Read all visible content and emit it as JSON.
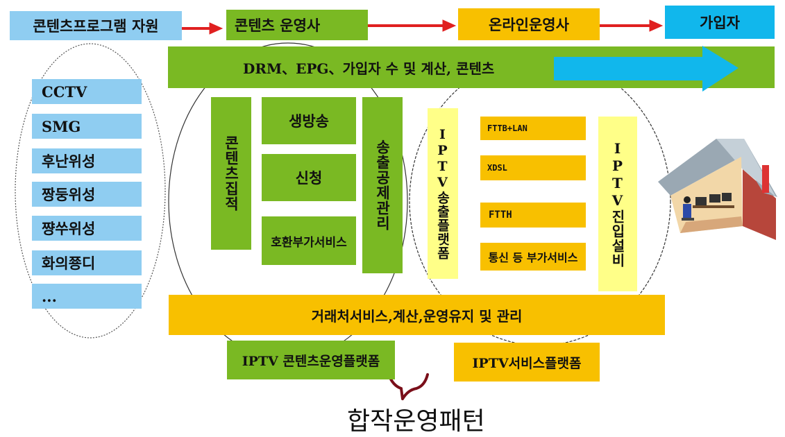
{
  "top_flow": {
    "source": "콘텐츠프로그램 자원",
    "content_operator": "콘텐츠 운영사",
    "online_operator": "온라인운영사",
    "subscriber": "가입자"
  },
  "banner": "DRM、EPG、가입자 수 및 계산, 콘텐츠",
  "left_list": [
    "CCTV",
    "SMG",
    "후난위성",
    "짱둥위성",
    "쨩쑤위성",
    "화의쭁디",
    "..."
  ],
  "content_platform": {
    "content_integration": "콘텐츠집적",
    "live_broadcast": "생방송",
    "request": "신청",
    "interactive_service": "호환부가서비스",
    "transmission_management": "송출공제관리"
  },
  "service_platform": {
    "iptv_transmission_platform": "IPTV송출플랫폼",
    "access_options": [
      "FTTB+LAN",
      "XDSL",
      "FTTH"
    ],
    "telecom_service": "통신 등 부가서비스",
    "iptv_access_equipment": "IPTV진입설비"
  },
  "bottom_bar": "거래처서비스,계산,운영유지 및 관리",
  "labels": {
    "content_platform": "IPTV 콘텐츠운영플랫폼",
    "service_platform": "IPTV서비스플랫폼"
  },
  "caption": "합작운영패턴",
  "colors": {
    "light_blue": "#8fcdf1",
    "green": "#7ab923",
    "yellow": "#f8c000",
    "pale_yellow": "#ffff88",
    "bright_blue": "#11b7ec",
    "arrow_red": "#e02020"
  }
}
